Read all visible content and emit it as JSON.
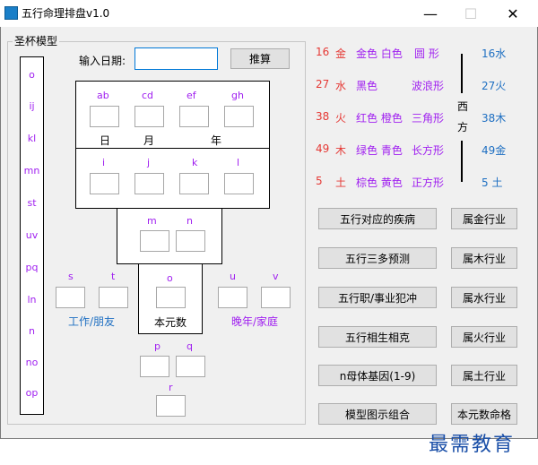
{
  "window": {
    "title": "五行命理排盘v1.0",
    "minimize_icon": "minimize-icon",
    "maximize_icon": "maximize-icon",
    "close_icon": "close-icon"
  },
  "group": {
    "label": "圣杯模型"
  },
  "sidebar": {
    "items": [
      "o",
      "ij",
      "kl",
      "mn",
      "st",
      "uv",
      "pq",
      "ln",
      "n",
      "no",
      "op"
    ]
  },
  "date_input": {
    "label": "输入日期:",
    "value": "",
    "button": "推算"
  },
  "top_cells": {
    "labels": [
      "ab",
      "cd",
      "ef",
      "gh"
    ],
    "sub_labels": [
      "日",
      "月",
      "年"
    ]
  },
  "second_row": {
    "labels": [
      "i",
      "j",
      "k",
      "l"
    ]
  },
  "middle": {
    "labels": [
      "m",
      "n"
    ]
  },
  "core": {
    "left_labels": [
      "s",
      "t"
    ],
    "center_label": "o",
    "right_labels": [
      "u",
      "v"
    ],
    "left_caption": "工作/朋友",
    "center_caption": "本元数",
    "right_caption": "晚年/家庭"
  },
  "bottom": {
    "labels": [
      "p",
      "q"
    ],
    "last_label": "r"
  },
  "elements": {
    "rows": [
      {
        "num": "16",
        "el": "金",
        "colors": "金色 白色",
        "shape": "圆 形",
        "right": "16水",
        "right_color": "blue"
      },
      {
        "num": "27",
        "el": "水",
        "colors": "黑色",
        "shape": "波浪形",
        "right": "27火",
        "right_color": "blue"
      },
      {
        "num": "38",
        "el": "火",
        "colors": "红色 橙色",
        "shape": "三角形",
        "right": "38木",
        "right_color": "blue"
      },
      {
        "num": "49",
        "el": "木",
        "colors": "绿色 青色",
        "shape": "长方形",
        "right": "49金",
        "right_color": "blue"
      },
      {
        "num": "5",
        "el": "土",
        "colors": "棕色 黄色",
        "shape": "正方形",
        "right": "5 土",
        "right_color": "blue"
      }
    ],
    "west_label_1": "西",
    "west_label_2": "方"
  },
  "buttons": {
    "disease": "五行对应的疾病",
    "forecast": "五行三多预测",
    "career": "五行职/事业犯冲",
    "generation": "五行相生相克",
    "gene": "n母体基因(1-9)",
    "combo": "模型图示组合",
    "metal": "属金行业",
    "wood": "属木行业",
    "water": "属水行业",
    "fire": "属火行业",
    "earth": "属土行业",
    "fate": "本元数命格"
  },
  "watermark": "最需教育",
  "colors": {
    "accent_purple": "#a020f0",
    "accent_blue": "#1e6fc2",
    "accent_red": "#e53935"
  }
}
